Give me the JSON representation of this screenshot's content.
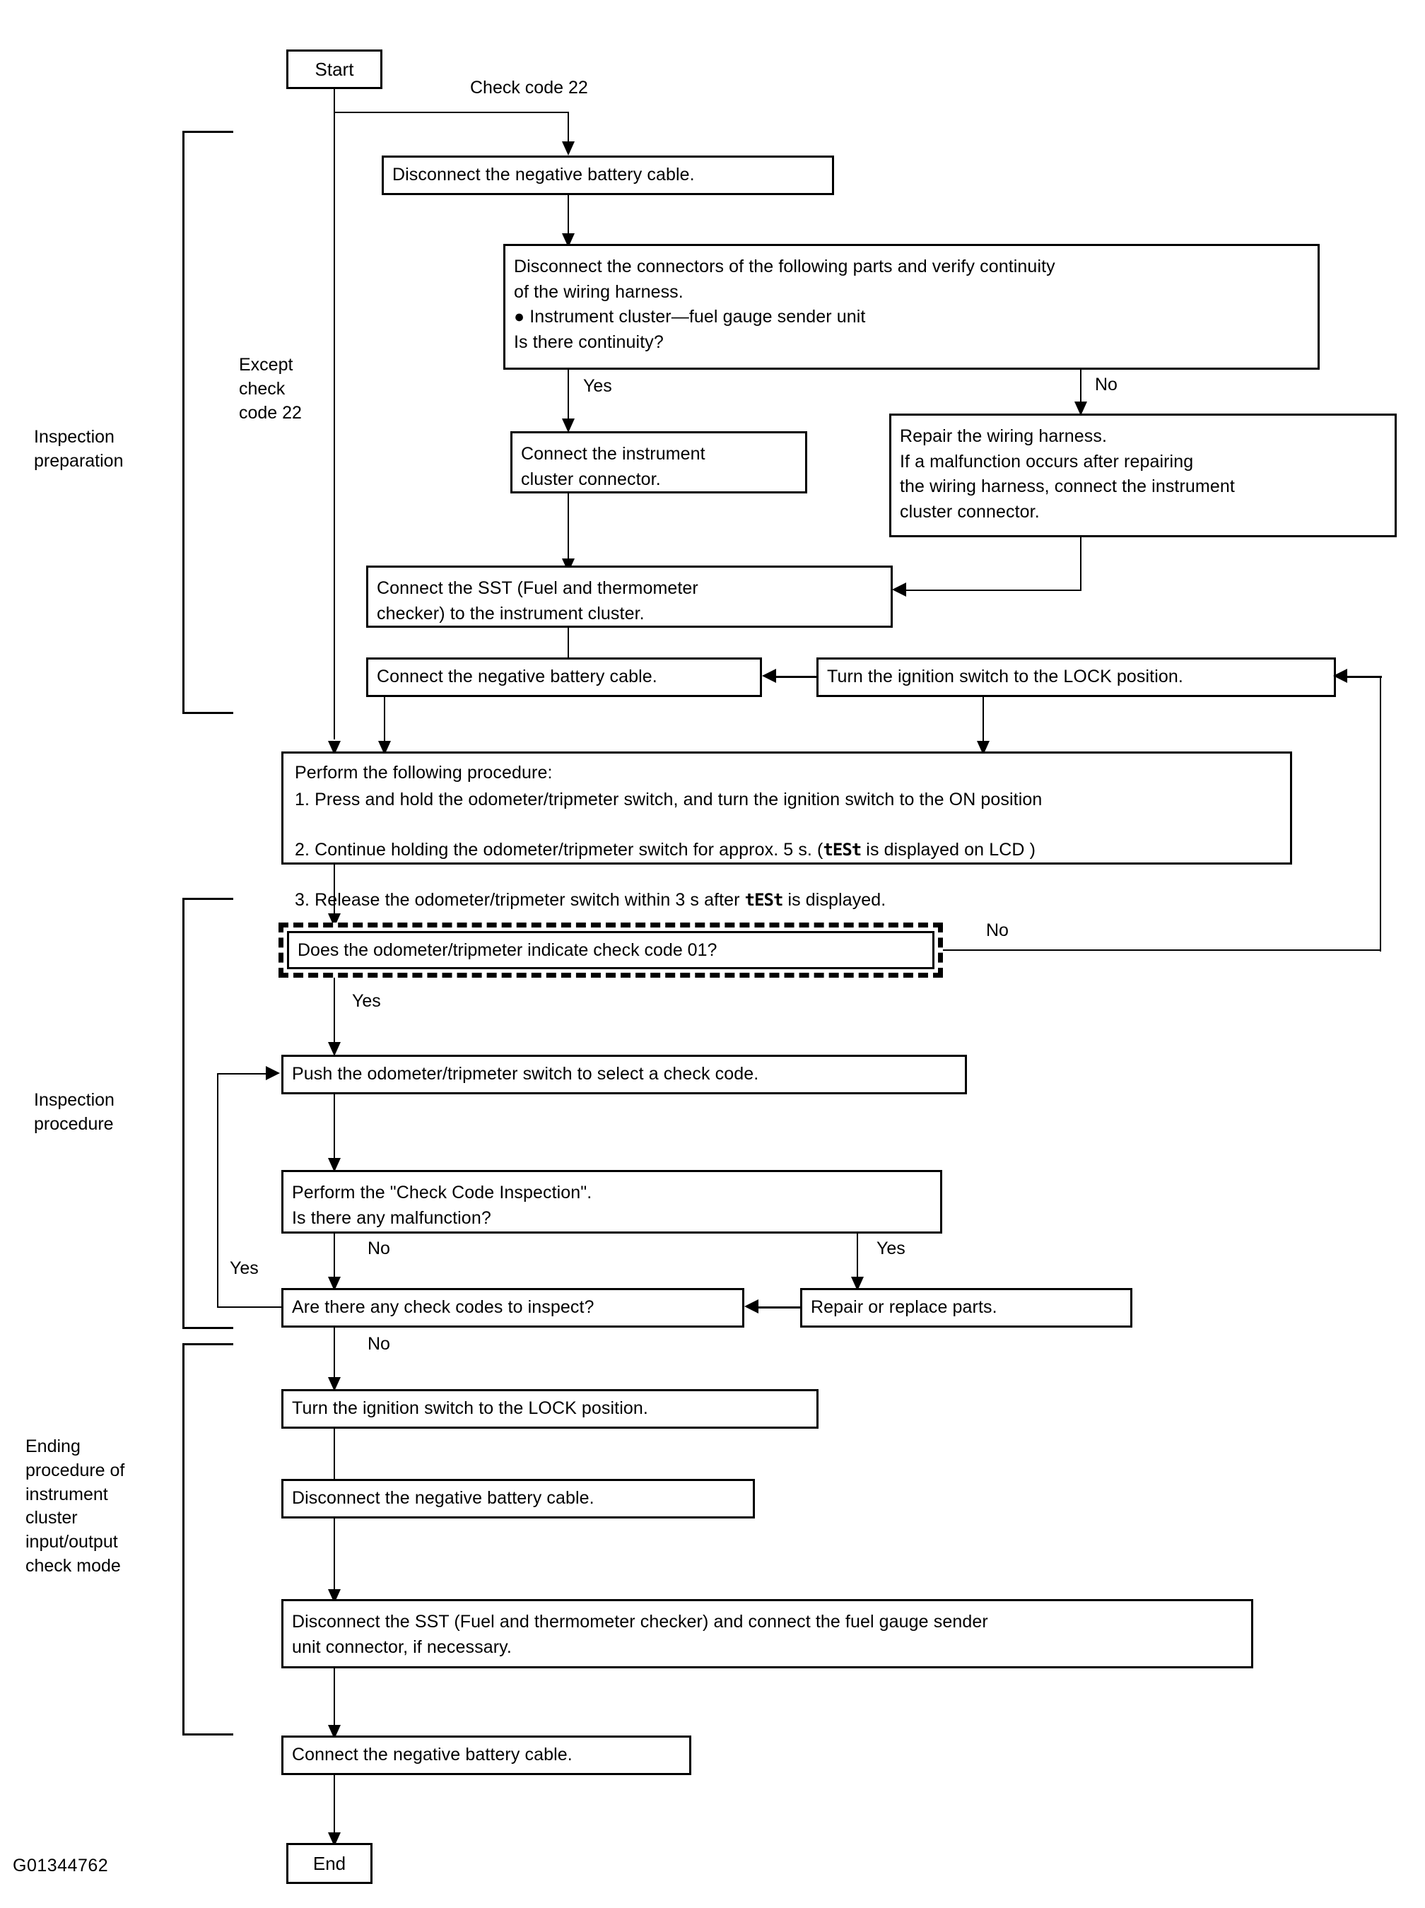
{
  "figure": {
    "id_code": "G01344762",
    "type": "flowchart"
  },
  "terminators": {
    "start": "Start",
    "end": "End"
  },
  "section_labels": {
    "inspection_preparation": "Inspection\npreparation",
    "inspection_procedure": "Inspection\nprocedure",
    "ending_procedure": "Ending\nprocedure of\ninstrument\ncluster\ninput/output\ncheck mode"
  },
  "branch_labels": {
    "check_code_22": "Check code 22",
    "except_check_code_22": "Except\ncheck\ncode 22",
    "continuity_yes": "Yes",
    "continuity_no": "No",
    "code01_yes": "Yes",
    "code01_no": "No",
    "malfunction_no": "No",
    "malfunction_yes": "Yes",
    "more_codes_yes": "Yes",
    "more_codes_no": "No"
  },
  "boxes": {
    "disconnect_battery_1": "Disconnect the negative battery cable.",
    "disconnect_connectors": "Disconnect the connectors of the following parts and verify continuity\nof the wiring harness.\n● Instrument cluster—fuel gauge sender unit\nIs there continuity?",
    "connect_cluster_connector": "Connect the instrument\ncluster connector.",
    "repair_wiring_harness": "Repair the wiring harness.\nIf a malfunction occurs after repairing\nthe wiring harness, connect the instrument\ncluster connector.",
    "connect_sst": "Connect the SST (Fuel and thermometer\nchecker) to the instrument cluster.",
    "connect_battery_1": "Connect the negative battery cable.",
    "ignition_lock_1": "Turn the ignition switch to the LOCK position.",
    "perform_procedure_title": "Perform the following procedure:",
    "perform_procedure_step1": "1. Press and hold the odometer/tripmeter switch, and turn the ignition switch to the ON position",
    "perform_procedure_step2_a": "2. Continue holding the odometer/tripmeter switch for approx. 5 s. (",
    "perform_procedure_step2_lcd": "tESt",
    "perform_procedure_step2_b": " is displayed on LCD )",
    "perform_procedure_step3_a": "3. Release the odometer/tripmeter switch within 3 s after ",
    "perform_procedure_step3_lcd": "tESt",
    "perform_procedure_step3_b": " is displayed.",
    "check_code_01_question": "Does the odometer/tripmeter indicate check code 01?",
    "push_switch_select": "Push the odometer/tripmeter switch to select a check code.",
    "perform_check_code_inspection": "Perform the \"Check Code Inspection\".\nIs there any malfunction?",
    "any_check_codes": "Are there any check codes to inspect?",
    "repair_replace_parts": "Repair or replace parts.",
    "ignition_lock_2": "Turn the ignition switch to the LOCK position.",
    "disconnect_battery_2": "Disconnect the negative battery cable.",
    "disconnect_sst": "Disconnect the SST (Fuel and thermometer checker) and connect the fuel gauge sender\nunit connector, if necessary.",
    "connect_battery_2": "Connect the negative battery cable."
  }
}
